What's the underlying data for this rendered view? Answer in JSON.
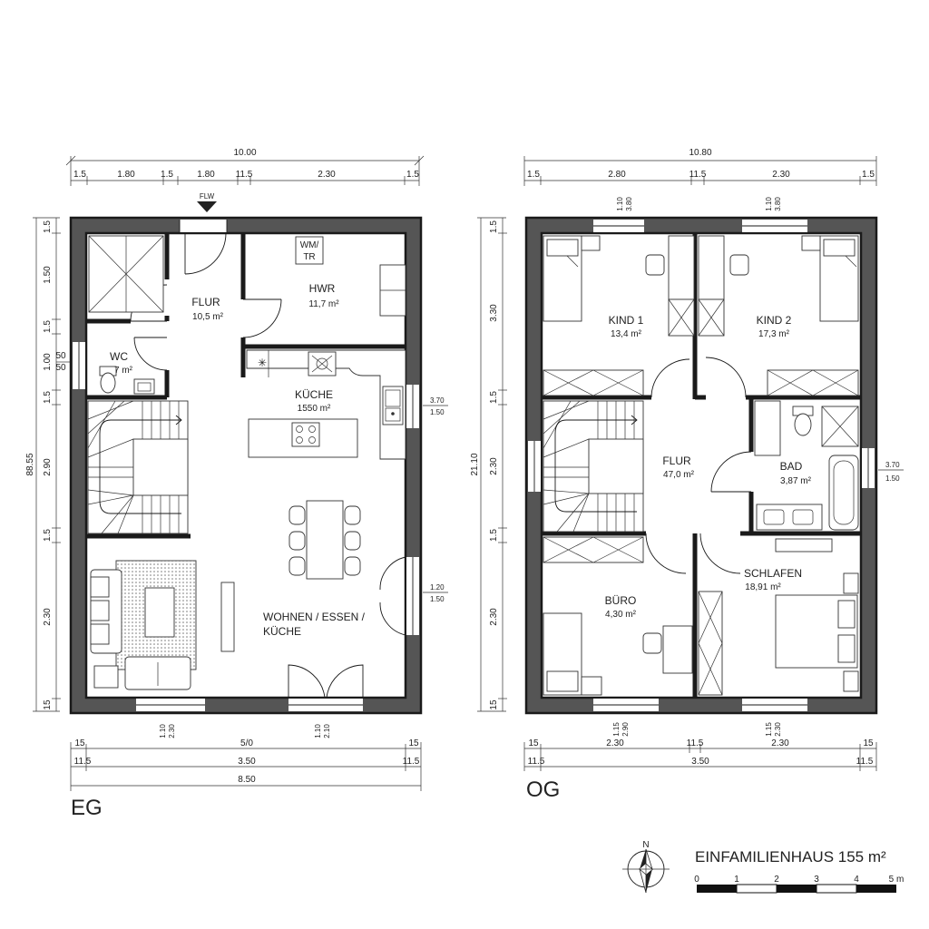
{
  "eg": {
    "floor_label": "EG",
    "top_total": "10.00",
    "top_segments": [
      "1.5",
      "1.80",
      "1.5",
      "1.80",
      "11.5",
      "2.30",
      "1.5"
    ],
    "left_total": "88.55",
    "left_segments": [
      "1.5",
      "1.50",
      "1.5",
      "1.00",
      "1.5",
      "2.90",
      "1.5",
      "2.30",
      "15"
    ],
    "wc_window": [
      "50",
      "50"
    ],
    "entry_marker": "FLW",
    "bottom_row1": [
      "15",
      "5/0",
      "15"
    ],
    "bottom_row2": [
      "11.5",
      "3.50",
      "11.5"
    ],
    "bottom_total": "8.50",
    "window_bottom_a": [
      "1.10",
      "2.30"
    ],
    "window_bottom_b": [
      "1.10",
      "2.10"
    ],
    "window_right_a": [
      "3.70",
      "1.50"
    ],
    "window_right_b": [
      "1.20",
      "1.50"
    ],
    "rooms": {
      "flur": {
        "name": "FLUR",
        "area": "10,5 m²"
      },
      "hwr": {
        "name": "HWR",
        "area": "11,7 m²"
      },
      "wmtr": {
        "line1": "WM/",
        "line2": "TR"
      },
      "wc": {
        "name": "WC",
        "area": "7 m²"
      },
      "kueche": {
        "name": "KÜCHE",
        "area": "1550 m²"
      },
      "wohnen": {
        "line1": "WOHNEN / ESSEN /",
        "line2": "KÜCHE"
      }
    }
  },
  "og": {
    "floor_label": "OG",
    "top_total": "10.80",
    "top_segments": [
      "1.5",
      "2.80",
      "11.5",
      "2.30",
      "1.5"
    ],
    "left_total": "21.10",
    "left_segments": [
      "1.5",
      "3.30",
      "1.5",
      "2.30",
      "1.5",
      "2.30",
      "15"
    ],
    "window_top_a": [
      "1.10",
      "3.80"
    ],
    "window_top_b": [
      "1.10",
      "3.80"
    ],
    "window_bottom_a": [
      "1.15",
      "2.90"
    ],
    "window_bottom_b": [
      "1.15",
      "2.30"
    ],
    "window_right": [
      "3.70",
      "1.50"
    ],
    "bottom_row1": [
      "15",
      "2.30",
      "11.5",
      "2.30",
      "15"
    ],
    "bottom_row2": [
      "11.5",
      "3.50",
      "11.5"
    ],
    "rooms": {
      "kind1": {
        "name": "KIND 1",
        "area": "13,4 m²"
      },
      "kind2": {
        "name": "KIND 2",
        "area": "17,3 m²"
      },
      "flur": {
        "name": "FLUR",
        "area": "47,0 m²"
      },
      "bad": {
        "name": "BAD",
        "area": "3,87 m²"
      },
      "buero": {
        "name": "BÜRO",
        "area": "4,30 m²"
      },
      "schlafen": {
        "name": "SCHLAFEN",
        "area": "18,91 m²"
      }
    }
  },
  "title": "EINFAMILIENHAUS 155 m²",
  "north": "N",
  "scale_labels": [
    "0",
    "1",
    "2",
    "3",
    "4",
    "5 m"
  ]
}
